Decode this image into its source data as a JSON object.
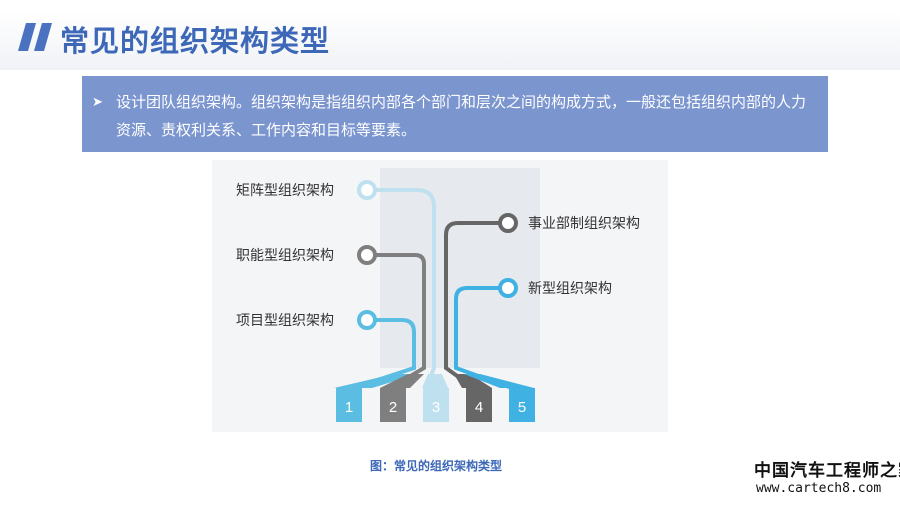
{
  "page": {
    "title": "常见的组织架构类型",
    "intro": "设计团队组织架构。组织架构是指组织内部各个部门和层次之间的构成方式，一般还包括组织内部的人力资源、责权利关系、工作内容和目标等要素。",
    "caption": "图：常见的组织架构类型"
  },
  "diagram": {
    "items": [
      {
        "label": "矩阵型组织架构",
        "number": "1",
        "color": "#5bbde2"
      },
      {
        "label": "职能型组织架构",
        "number": "2",
        "color": "#7f7f7f"
      },
      {
        "label": "项目型组织架构",
        "number": "3",
        "color": "#bfe1ef"
      },
      {
        "label": "事业部制组织架构",
        "number": "4",
        "color": "#666666"
      },
      {
        "label": "新型组织架构",
        "number": "5",
        "color": "#3fb2e3"
      }
    ]
  },
  "watermark": {
    "cn": "中国汽车工程师之家",
    "url": "www.cartech8.com"
  },
  "colors": {
    "title": "#3d68b8",
    "intro_bg": "#7b95cf"
  }
}
